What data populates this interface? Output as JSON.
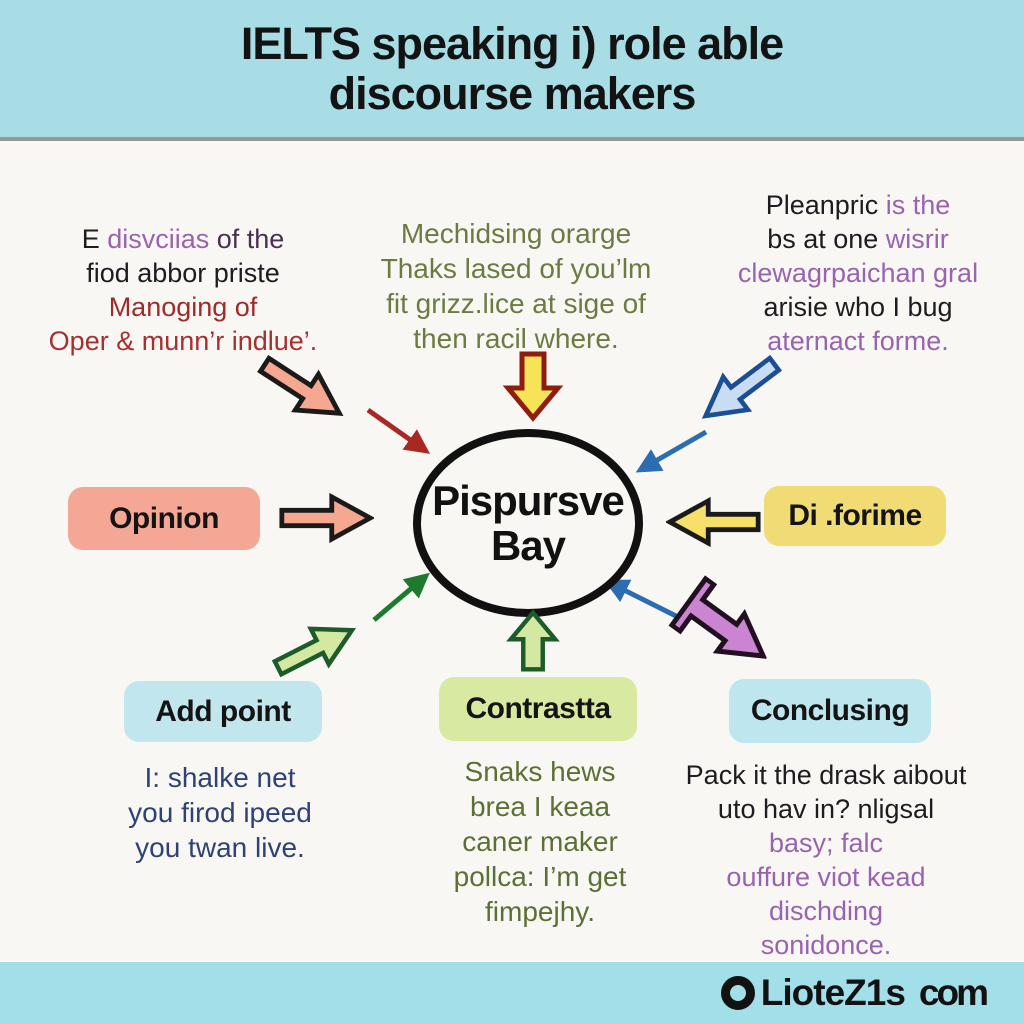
{
  "title": {
    "line1": "IELTS speaking i) role able",
    "line2": "discourse makers"
  },
  "center": {
    "line1": "Pispursve",
    "line2": "Bay"
  },
  "boxes": {
    "opinion": "Opinion",
    "forime": "Di .forime",
    "add_point": "Add point",
    "contrast": "Contrastta",
    "concluding": "Conclusing"
  },
  "blocks": {
    "top_left": {
      "l1a": "E ",
      "l1b": "disvciias",
      "l1c": " of the",
      "l2": "fiod abbor priste",
      "l3": "Manoging of",
      "l4": "Oper & munn’r indlue’."
    },
    "top_center": {
      "l1": "Mechidsing orarge",
      "l2": "Thaks lased of you’lm",
      "l3": "fit grizz.lice at sige of",
      "l4": "then racil where."
    },
    "top_right": {
      "l1a": "Pleanpric ",
      "l1b": "is the",
      "l2a": "bs at one ",
      "l2b": "wisrir",
      "l3": "clewagrpaichan gral",
      "l4": "arisie who I bug",
      "l5": "aternact forme."
    },
    "bottom_left": {
      "l1": "I: shalke net",
      "l2": "you firod ipeed",
      "l3": "you twan live."
    },
    "bottom_center": {
      "l1": "Snaks hews",
      "l2": "brea I keaa",
      "l3": "caner maker",
      "l4": "pollca: I’m get",
      "l5": "fimpejhy."
    },
    "bottom_right": {
      "l1": "Pack it the drask aibout",
      "l2": "uto hav in? nligsal",
      "l3": "basy; falc",
      "l4": "ouffure viot kead",
      "l5": "dischding",
      "l6": "sonidonce."
    }
  },
  "footer": {
    "brand": "LioteZ1s",
    "brand_suffix": "com"
  },
  "colors": {
    "banner": "#a9dde6",
    "background": "#f8f7f4",
    "salmon_box": "#f5a795",
    "yellow_box": "#f1db74",
    "blue_box": "#c2e6ee",
    "green_box": "#d8eaa2",
    "purple_arrow": "#cb84d2",
    "green_arrow": "#d3e9a1",
    "blue_arrow": "#c8dcf4",
    "yellow_arrow": "#f6e356",
    "thin_red": "#a82824",
    "thin_blue": "#2b6cb3",
    "thin_green": "#1d7a2e",
    "text_purple": "#9a63ae",
    "text_olive": "#6b7b42",
    "text_navy": "#2e4373",
    "text_darkred": "#9e2b2b"
  }
}
